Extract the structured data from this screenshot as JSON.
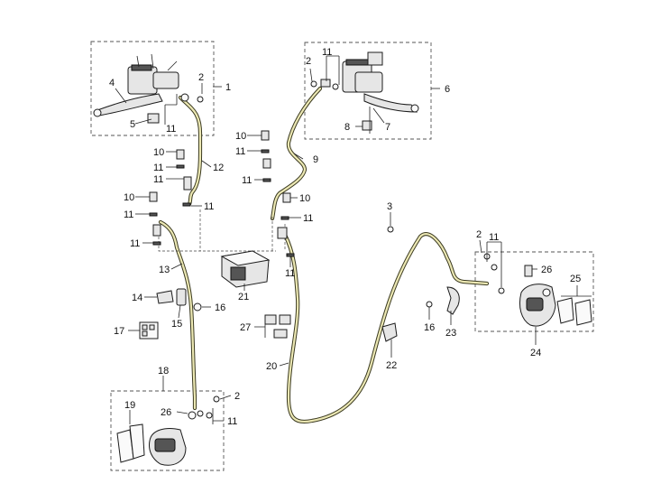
{
  "callouts": {
    "c1": "1",
    "c2a": "2",
    "c4": "4",
    "c5": "5",
    "c11a": "11",
    "c2b": "2",
    "c11b": "11",
    "c6": "6",
    "c8": "8",
    "c7": "7",
    "c10a": "10",
    "c11c": "11",
    "c12": "12",
    "c11d": "11",
    "c10b": "10",
    "c11e": "11",
    "c9": "9",
    "c11f": "11",
    "c10c": "10",
    "c11g": "11",
    "c11h": "11",
    "c10d": "10",
    "c11i": "11",
    "c11j": "11",
    "c13": "13",
    "c11k": "11",
    "c21": "21",
    "c14": "14",
    "c16a": "16",
    "c15": "15",
    "c17": "17",
    "c27": "27",
    "c20": "20",
    "c3": "3",
    "c2c": "2",
    "c11l": "11",
    "c26a": "26",
    "c25": "25",
    "c16b": "16",
    "c23": "23",
    "c22": "22",
    "c24": "24",
    "c18": "18",
    "c2d": "2",
    "c19": "19",
    "c26b": "26",
    "c11m": "11"
  }
}
